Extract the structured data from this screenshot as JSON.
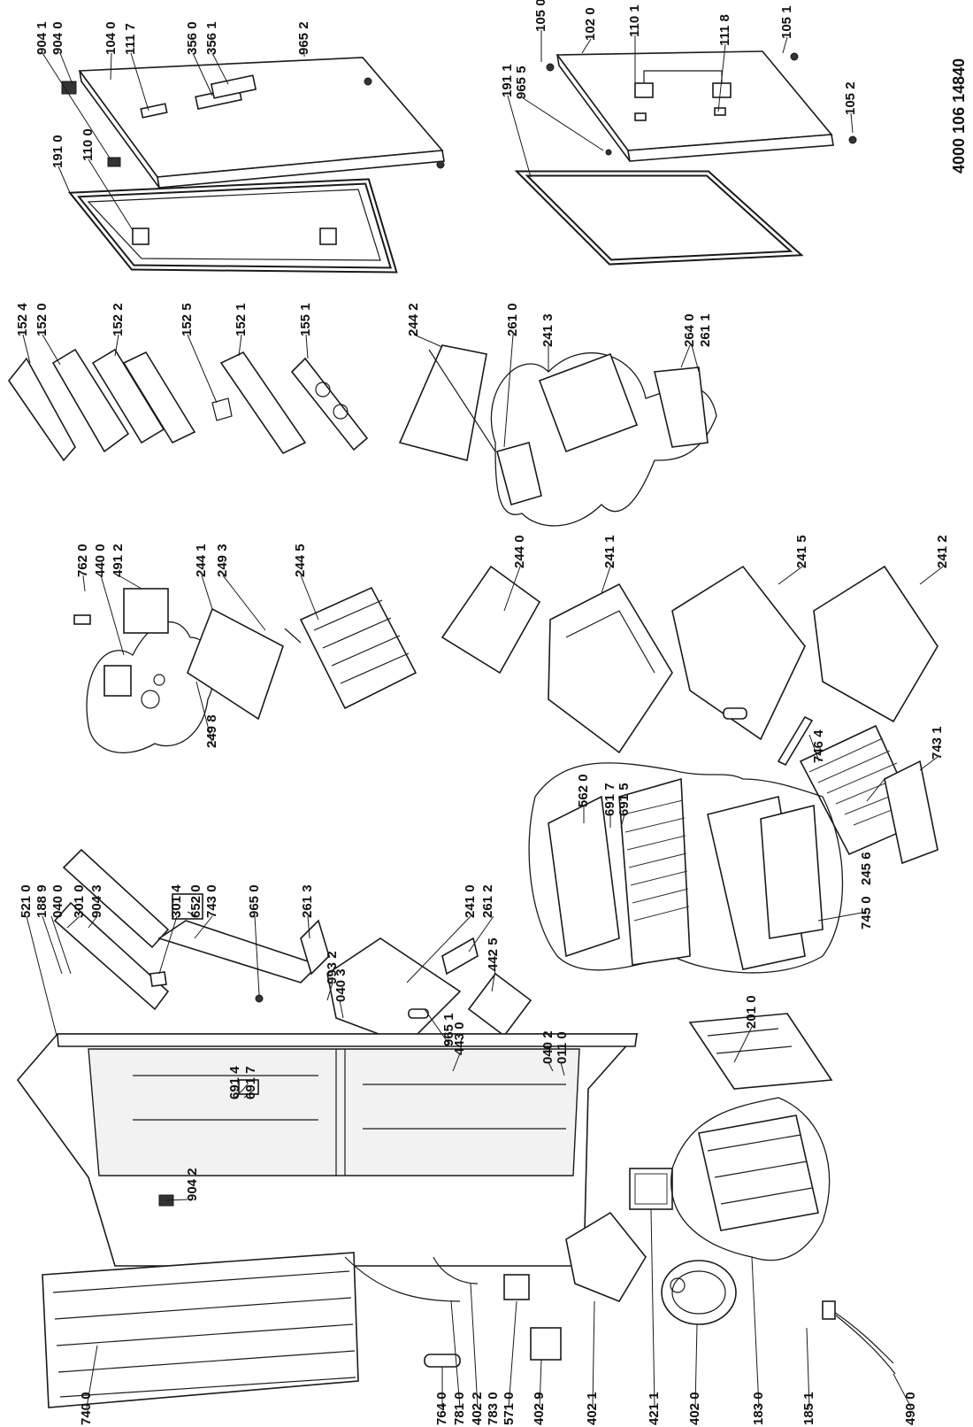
{
  "doc_number": "4000 106 14840",
  "labels": {
    "l9041": "904 1",
    "l9040": "904 0",
    "l1040": "104 0",
    "l1117": "111 7",
    "l3560": "356 0",
    "l3561": "356 1",
    "l9652": "965 2",
    "l1050": "105 0",
    "l1020": "102 0",
    "l1101": "110 1",
    "l1118": "111 8",
    "l1051": "105 1",
    "l1911": "191 1",
    "l9655": "965 5",
    "l1052": "105 2",
    "l1910": "191 0",
    "l1100": "110 0",
    "l1524": "152 4",
    "l1520": "152 0",
    "l1522": "152 2",
    "l1525": "152 5",
    "l1521": "152 1",
    "l1551": "155 1",
    "l2442": "244 2",
    "l2610": "261 0",
    "l2413": "241 3",
    "l2640": "264 0",
    "l2611": "261 1",
    "l7620": "762 0",
    "l4400": "440 0",
    "l4912": "491 2",
    "l2441": "244 1",
    "l2493": "249 3",
    "l2445": "244 5",
    "l2498": "249 8",
    "l2440": "244 0",
    "l2411": "241 1",
    "l2415": "241 5",
    "l2412": "241 2",
    "l5620": "562 0",
    "l6917b": "691 7",
    "l6915": "691 5",
    "l7464": "746 4",
    "l7431": "743 1",
    "l2456": "245 6",
    "l7450": "745 0",
    "l5210": "521 0",
    "l1889": "188 9",
    "l0400": "040 0",
    "l3010": "301 0",
    "l9043": "904 3",
    "l3014": "301 4",
    "l6520": "652 0",
    "l7430": "743 0",
    "l9650": "965 0",
    "l2613": "261 3",
    "l2410": "241 0",
    "l2612": "261 2",
    "l4425": "442 5",
    "l6914": "691 4",
    "l6917": "691 7",
    "l9932": "993 2",
    "l0403": "040 3",
    "l9651": "965 1",
    "l4430": "443 0",
    "l0402": "040 2",
    "l0110": "011 0",
    "l2010": "201 0",
    "l9042": "904 2",
    "l7400": "740 0",
    "l7640": "764 0",
    "l7810": "781 0",
    "l4022": "402 2",
    "l7830": "783 0",
    "l5710": "571 0",
    "l4029": "402 9",
    "l4021": "402 1",
    "l4211": "421 1",
    "l4020": "402 0",
    "l1830": "183 0",
    "l1851": "185 1",
    "l4900": "490 0"
  }
}
